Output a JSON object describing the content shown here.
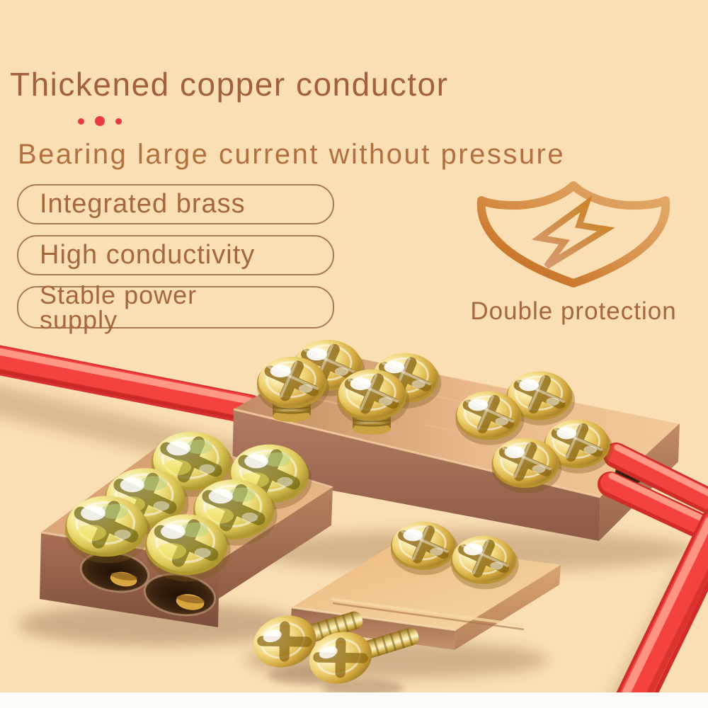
{
  "colors": {
    "background": "#fbdfb4",
    "accent_red_dots": "#e63a3c",
    "title_brown": "#a2613a",
    "subtitle_brown": "#b2703f",
    "badge_border_brown": "#a87a50",
    "badge_text_brown": "#a5673c",
    "shield_gradient_dark": "#c06416",
    "shield_gradient_light": "#e3ab6c",
    "wire_red": "#f4433e",
    "copper_body": "#b07a60",
    "brass_gold": "#eccb62",
    "bottom_band_white": "#fdfcf9"
  },
  "header": {
    "title": "Thickened copper conductor",
    "subtitle": "Bearing large current without pressure"
  },
  "features": [
    {
      "label": "Integrated brass"
    },
    {
      "label": "High conductivity"
    },
    {
      "label": "Stable power supply"
    }
  ],
  "protection": {
    "icon": "shield-lightning-icon",
    "caption": "Double protection"
  }
}
